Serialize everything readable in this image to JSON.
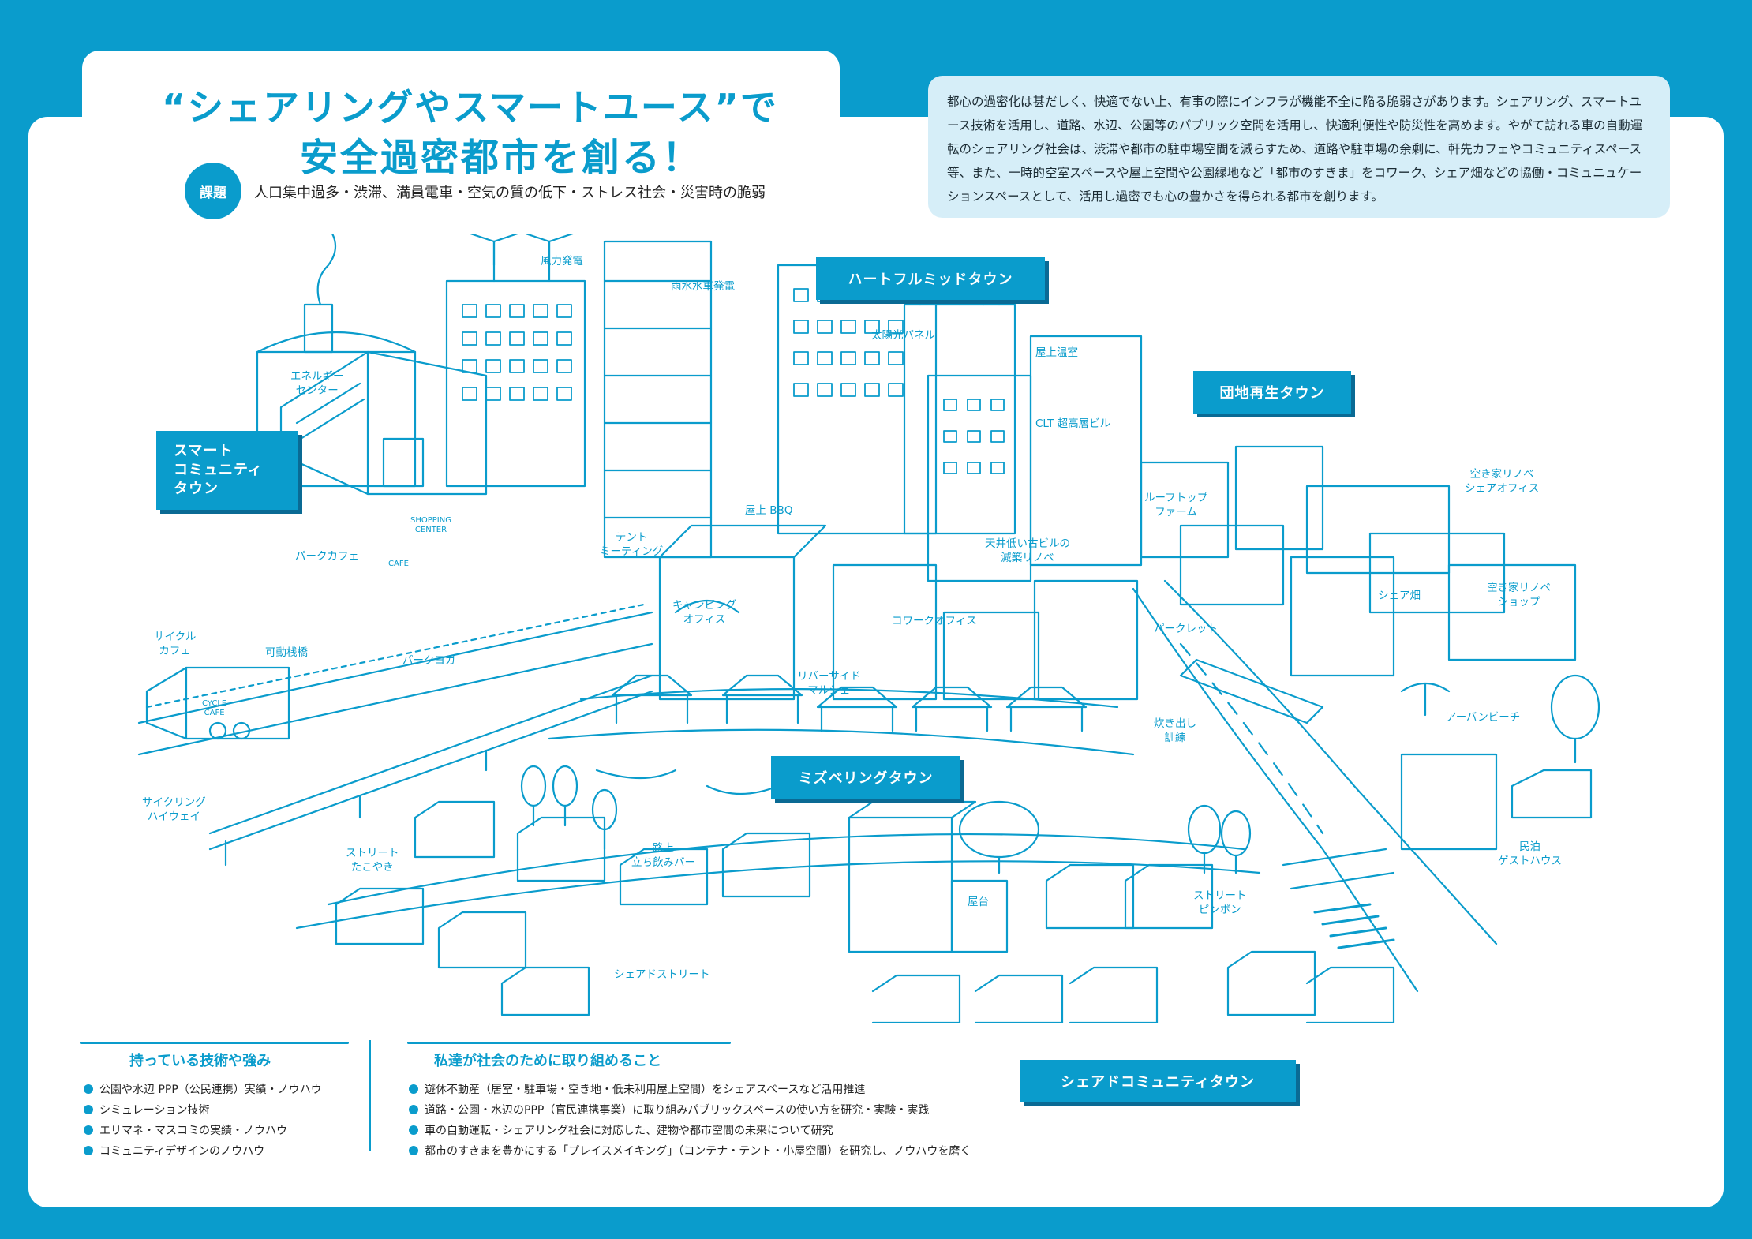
{
  "title": {
    "line1": "“シェアリングやスマートユース”で",
    "line2": "安全過密都市を創る！"
  },
  "issue": {
    "badge": "課題",
    "text": "人口集中過多・渋滞、満員電車・空気の質の低下・ストレス社会・災害時の脆弱"
  },
  "intro": "都心の過密化は甚だしく、快適でない上、有事の際にインフラが機能不全に陥る脆弱さがあります。シェアリング、スマートユース技術を活用し、道路、水辺、公園等のパブリック空間を活用し、快適利便性や防災性を高めます。やがて訪れる車の自動運転のシェアリング社会は、渋滞や都市の駐車場空間を減らすため、道路や駐車場の余剰に、軒先カフェやコミュニティスペース等、また、一時的空室スペースや屋上空間や公園緑地など「都市のすきま」をコワーク、シェア畑などの協働・コミュニュケーションスペースとして、活用し過密でも心の豊かさを得られる都市を創ります。",
  "zones": {
    "smart": "スマート\nコミュニティ\nタウン",
    "heartful": "ハートフルミッドタウン",
    "danchi": "団地再生タウン",
    "mizube": "ミズベリングタウン",
    "share": "シェアドコミュニティタウン"
  },
  "labels": {
    "wind": "風力発電",
    "rain": "雨水水車発電",
    "energy": "エネルギー\nセンター",
    "solar": "太陽光パネル",
    "greenhouse": "屋上温室",
    "clt": "CLT 超高層ビル",
    "roof_bbq": "屋上 BBQ",
    "tent": "テント\nミーティング",
    "park_cafe": "パークカフェ",
    "camping": "キャンピング\nオフィス",
    "roof_farm": "ルーフトップ\nファーム",
    "renov": "天井低い古ビルの\n減築リノベ",
    "cowork": "コワークオフィス",
    "riverside": "リバーサイド\nマルシェ",
    "parklet": "パークレット",
    "share_farm": "シェア畑",
    "akiya_office": "空き家リノベ\nシェアオフィス",
    "akiya_shop": "空き家リノベ\nショップ",
    "cycle_cafe": "サイクル\nカフェ",
    "movable": "可動桟橋",
    "park_yoga": "パークヨガ",
    "cycling": "サイクリング\nハイウェイ",
    "takidashi": "炊き出し\n訓練",
    "beach": "アーバンビーチ",
    "takoyaki": "ストリート\nたこやき",
    "standing_bar": "路上\n立ち飲みバー",
    "yatai": "屋台",
    "pingpong": "ストリート\nピンポン",
    "minpaku": "民泊\nゲストハウス",
    "shared_street": "シェアドストリート",
    "shop_sign": "SHOPPING\nCENTER",
    "cafe_sign": "CAFE",
    "cycle_sign": "CYCLE\nCAFE"
  },
  "strengths": {
    "heading": "持っている技術や強み",
    "items": [
      "公園や水辺 PPP（公民連携）実績・ノウハウ",
      "シミュレーション技術",
      "エリマネ・マスコミの実績・ノウハウ",
      "コミュニティデザインのノウハウ"
    ]
  },
  "actions": {
    "heading": "私達が社会のために取り組めること",
    "items": [
      "遊休不動産（居室・駐車場・空き地・低未利用屋上空間）をシェアスペースなど活用推進",
      "道路・公園・水辺のPPP（官民連携事業）に取り組みパブリックスペースの使い方を研究・実験・実践",
      "車の自動運転・シェアリング社会に対応した、建物や都市空間の未来について研究",
      "都市のすきまを豊かにする「プレイスメイキング」（コンテナ・テント・小屋空間）を研究し、ノウハウを磨く"
    ]
  },
  "colors": {
    "accent": "#0a9ccc",
    "intro_bg": "#d6eef8"
  }
}
